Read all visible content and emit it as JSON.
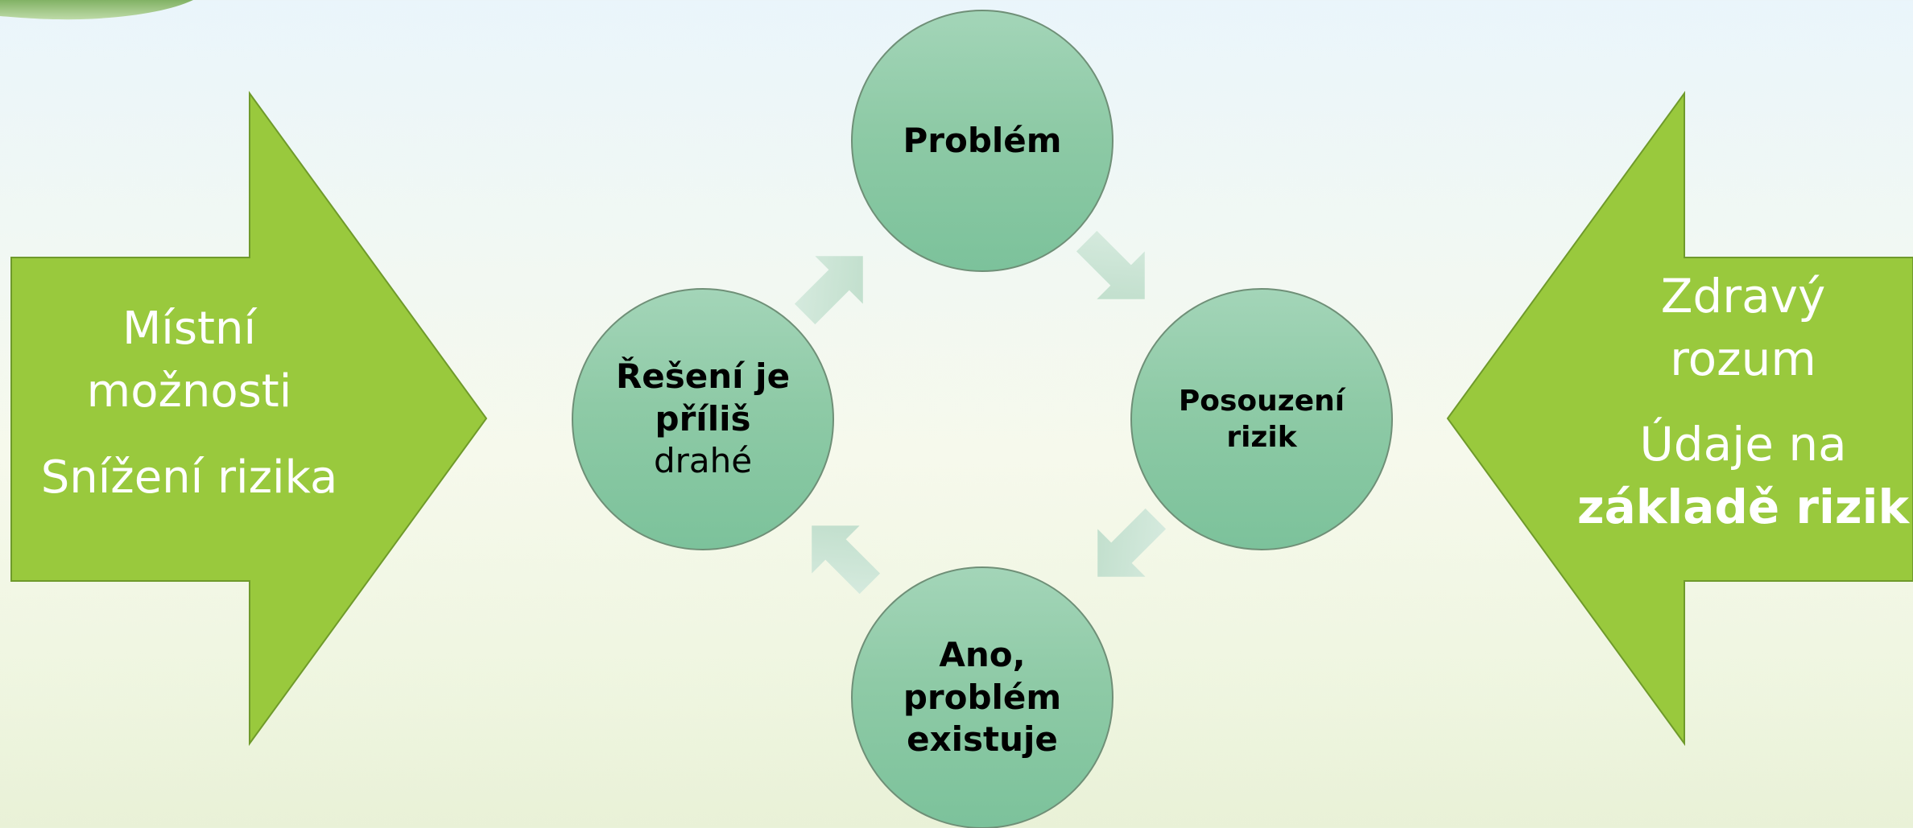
{
  "diagram": {
    "left_arrow": {
      "line1": "Místní",
      "line2": "možnosti",
      "line3": "Snížení rizika"
    },
    "right_arrow": {
      "line1": "Zdravý",
      "line2": "rozum",
      "line3": "Údaje na",
      "line4": "základě rizik"
    },
    "cycle": {
      "top": {
        "text": "Problém"
      },
      "right": {
        "line1": "Posouzení",
        "line2": "rizik"
      },
      "bottom": {
        "line1": "Ano,",
        "line2": "problém",
        "line3": "existuje"
      },
      "left": {
        "line1": "Řešení je",
        "line2": "příliš",
        "line3": "drahé"
      }
    },
    "colors": {
      "arrow_fill": "#99c93d",
      "arrow_stroke": "#6f9a2b",
      "circle_top": "#a3d5b8",
      "circle_bottom": "#7cc29b",
      "cycle_arrow": "#cfe6d9",
      "text_light": "#ffffff",
      "text_dark": "#000000"
    }
  }
}
